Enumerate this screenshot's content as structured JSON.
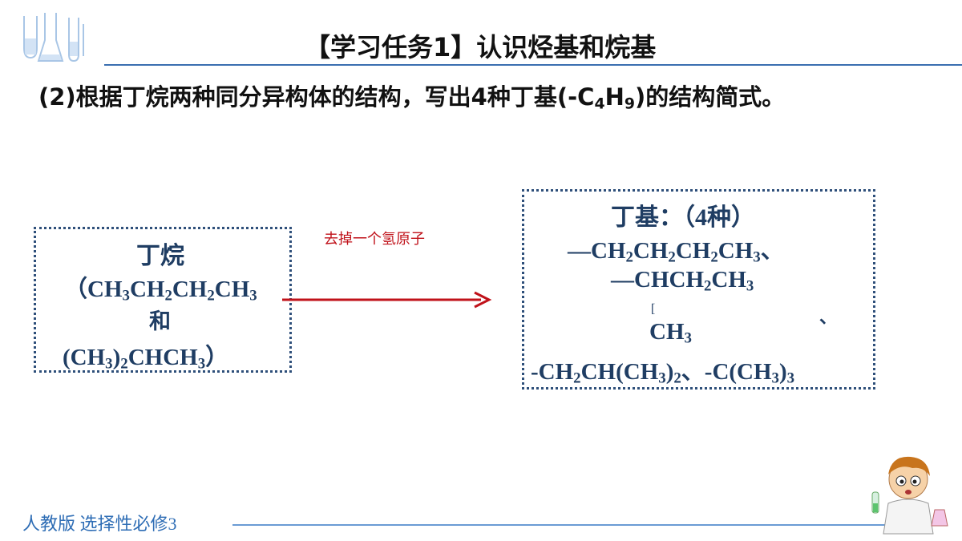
{
  "header": {
    "title": "【学习任务1】认识烃基和烷基"
  },
  "task": {
    "prefix": "(2)根据丁烷两种同分异构体的结构，写出4种丁基(-C",
    "sub1": "4",
    "mid": "H",
    "sub2": "9",
    "suffix": ")的结构简式。"
  },
  "left_box": {
    "title": "丁烷",
    "line1": [
      "（CH",
      "3",
      "CH",
      "2",
      "CH",
      "2",
      "CH",
      "3"
    ],
    "and": "和",
    "line2": [
      "(CH",
      "3",
      ")",
      "2",
      "CHCH",
      "3",
      "）"
    ]
  },
  "arrow": {
    "label": "去掉一个氢原子"
  },
  "right_box": {
    "title": "丁基：（4种）",
    "line1": [
      "—CH",
      "2",
      "CH",
      "2",
      "CH",
      "2",
      "CH",
      "3",
      "、"
    ],
    "line2": [
      "—CHCH",
      "2",
      "CH",
      "3"
    ],
    "bracket": "[",
    "comma": "、",
    "ch3": [
      "CH",
      "3"
    ],
    "line4": [
      "-CH",
      "2",
      "CH(CH",
      "3",
      ")",
      "2",
      "、-C(CH",
      "3",
      ")",
      "3"
    ]
  },
  "footer": {
    "text": "人教版 选择性必修3"
  },
  "colors": {
    "accent_blue": "#1f3d63",
    "arrow_red": "#c0121a",
    "footer_blue": "#2e6db5"
  },
  "icons": {
    "header_decoration": "lab-glassware-icon",
    "mascot": "scientist-mascot-icon",
    "arrow": "right-arrow-icon"
  }
}
